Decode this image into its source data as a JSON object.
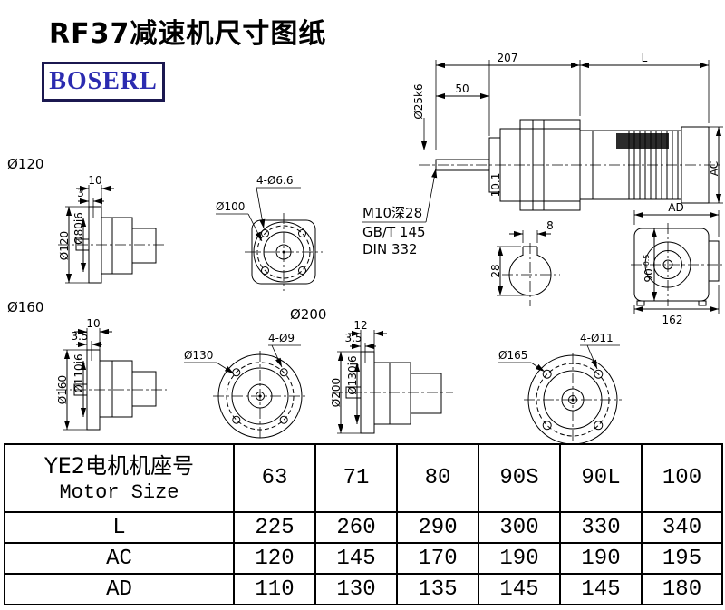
{
  "page": {
    "title": "RF37减速机尺寸图纸",
    "logo_text": "BOSERL"
  },
  "main_view": {
    "dim_total": "207",
    "dim_motor_len": "L",
    "dim_shaft_len": "50",
    "shaft_diameter": "Ø25k6",
    "dim_motor_dia": "AC",
    "dim_shoulder": "10.1",
    "thread_note": "M10深28",
    "thread_std1": "GB/T 145",
    "thread_std2": "DIN 332"
  },
  "key_section": {
    "key_width": "8",
    "key_height": "28"
  },
  "rear_view": {
    "dim_top": "AD",
    "dim_height": "90",
    "dim_height_tol": "-0.5",
    "dim_width": "162"
  },
  "flange_120": {
    "title": "Ø120",
    "dim_thickness": "10",
    "dim_spigot_depth": "3",
    "dia_outer": "Ø120",
    "dia_spigot": "Ø80j6",
    "front_holes": "4-Ø6.6",
    "front_bolt_circle": "Ø100"
  },
  "flange_160": {
    "title": "Ø160",
    "dim_thickness": "10",
    "dim_spigot_depth": "3.5",
    "dia_outer": "Ø160",
    "dia_spigot": "Ø110j6",
    "front_holes": "4-Ø9",
    "front_bolt_circle": "Ø130"
  },
  "flange_200": {
    "title": "Ø200",
    "dim_thickness": "12",
    "dim_spigot_depth": "3.5",
    "dia_outer": "Ø200",
    "dia_spigot": "Ø130j6",
    "front_holes": "4-Ø11",
    "front_bolt_circle": "Ø165"
  },
  "table": {
    "header_cn": "YE2电机机座号",
    "header_en": "Motor Size",
    "motor_sizes": [
      "63",
      "71",
      "80",
      "90S",
      "90L",
      "100"
    ],
    "rows": [
      {
        "label": "L",
        "values": [
          "225",
          "260",
          "290",
          "300",
          "330",
          "340"
        ]
      },
      {
        "label": "AC",
        "values": [
          "120",
          "145",
          "170",
          "190",
          "190",
          "195"
        ]
      },
      {
        "label": "AD",
        "values": [
          "110",
          "130",
          "135",
          "145",
          "145",
          "180"
        ]
      }
    ]
  }
}
